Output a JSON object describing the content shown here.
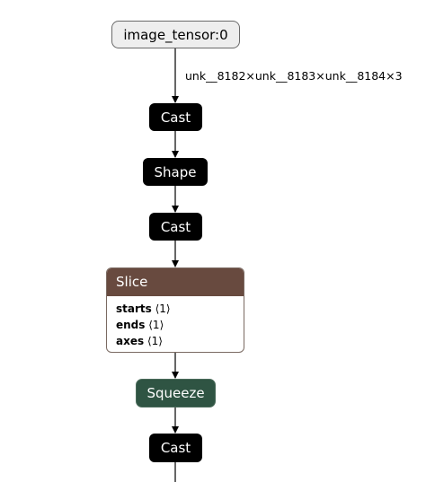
{
  "graph": {
    "input_node": "image_tensor:0",
    "edge_label": "unk__8182×unk__8183×unk__8184×3",
    "nodes": {
      "cast_1": "Cast",
      "shape": "Shape",
      "cast_2": "Cast",
      "squeeze": "Squeeze",
      "cast_3": "Cast"
    },
    "slice": {
      "title": "Slice",
      "attributes": [
        {
          "name": "starts",
          "value": "⟨1⟩"
        },
        {
          "name": "ends",
          "value": "⟨1⟩"
        },
        {
          "name": "axes",
          "value": "⟨1⟩"
        }
      ]
    },
    "colors": {
      "op": "#000000",
      "input": "#eeeeee",
      "slice_header": "#684a3f",
      "squeeze": "#2f5443"
    }
  }
}
